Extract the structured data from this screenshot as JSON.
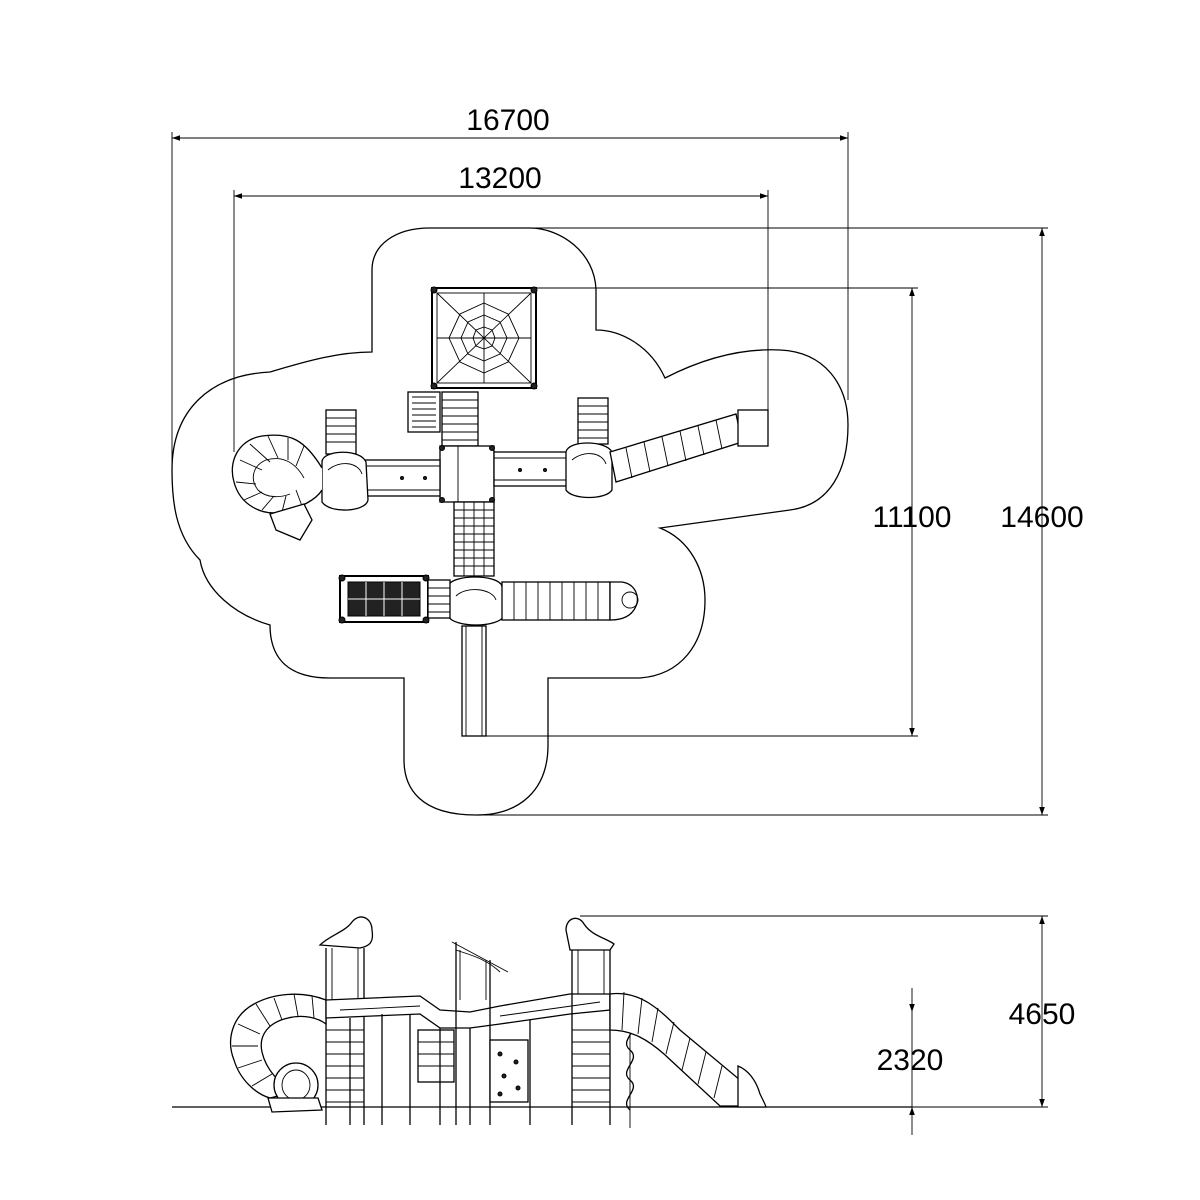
{
  "dimensions": {
    "overall_width": "16700",
    "inner_width": "13200",
    "inner_depth": "11100",
    "overall_depth": "14600",
    "total_height": "4650",
    "platform_height": "2320"
  }
}
